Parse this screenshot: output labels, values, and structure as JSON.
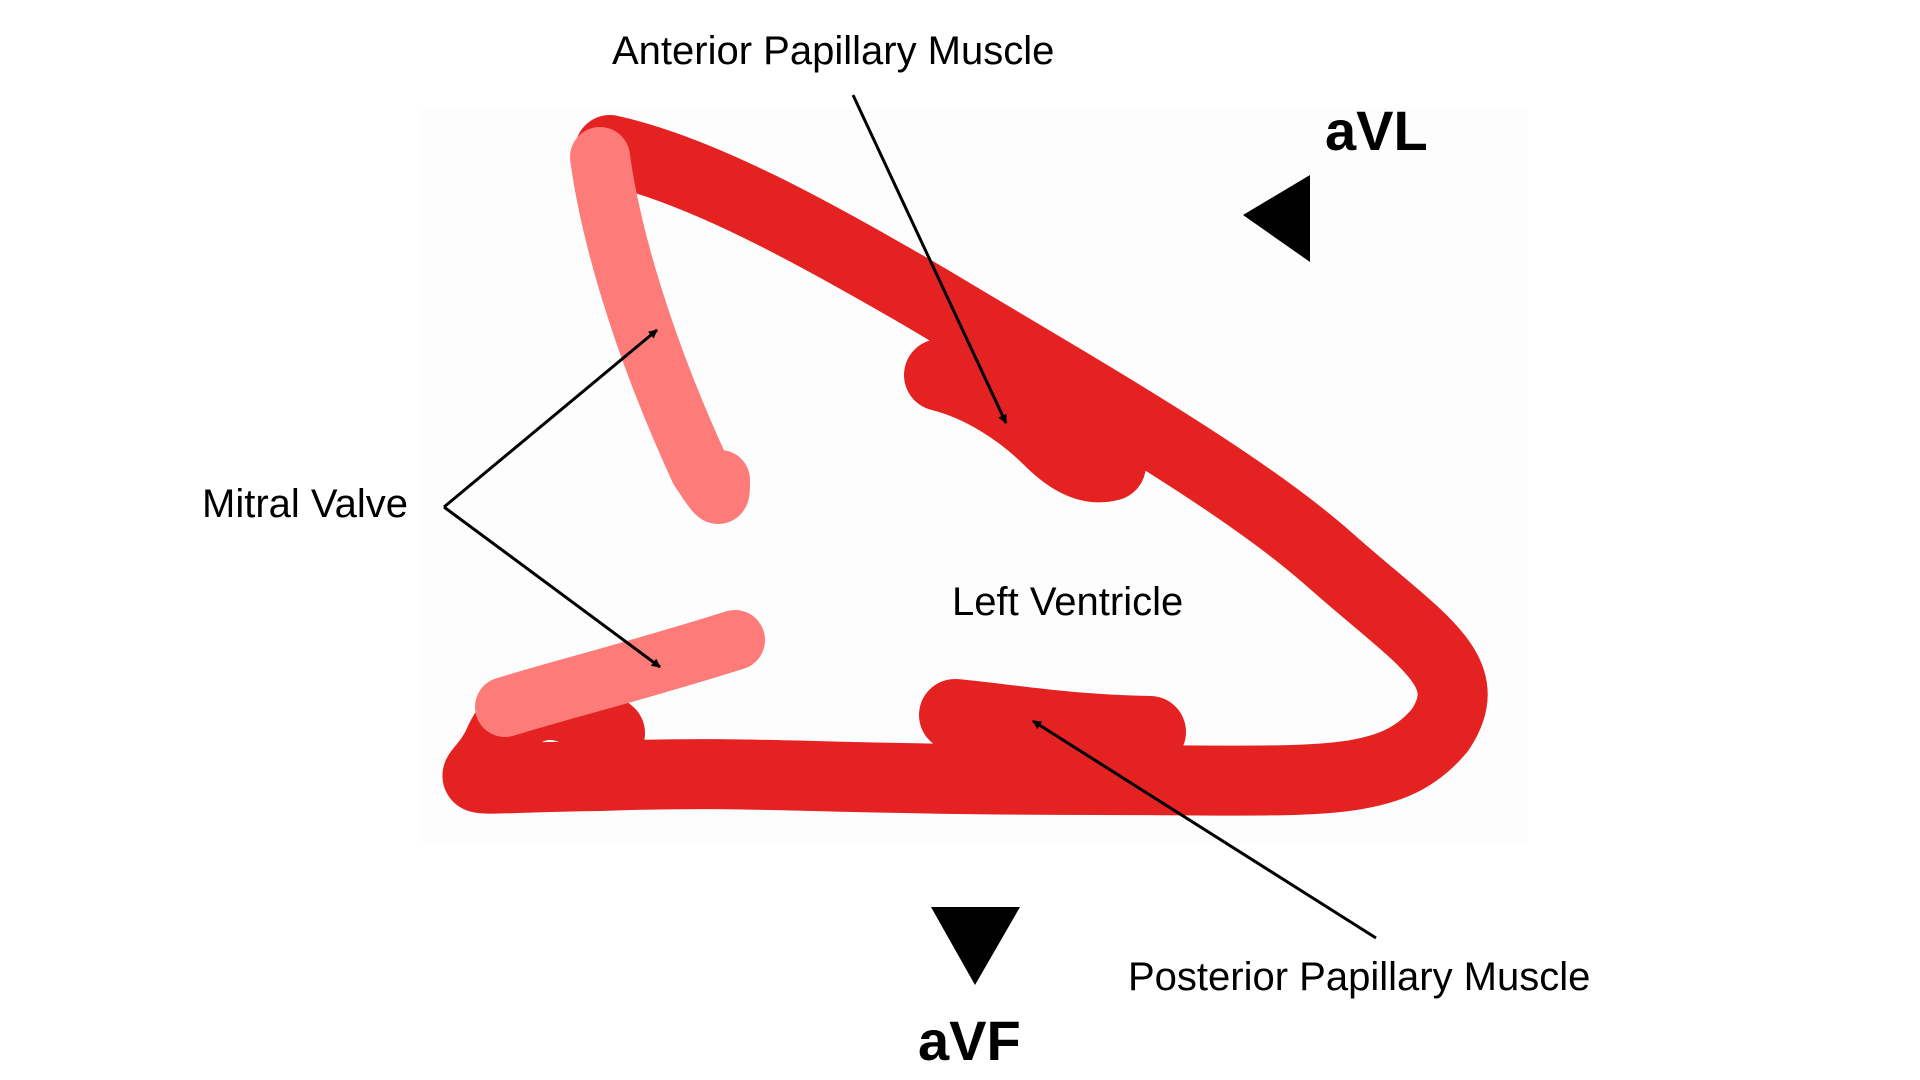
{
  "labels": {
    "anterior_papillary_muscle": "Anterior Papillary Muscle",
    "mitral_valve": "Mitral Valve",
    "left_ventricle": "Left Ventricle",
    "posterior_papillary_muscle": "Posterior Papillary Muscle",
    "lead_avl": "aVL",
    "lead_avf": "aVF"
  },
  "colors": {
    "ventricle_wall": "#e52222",
    "mitral_valve": "#fd7b78",
    "background_panel": "#fdfdfd",
    "ink": "#000000"
  }
}
